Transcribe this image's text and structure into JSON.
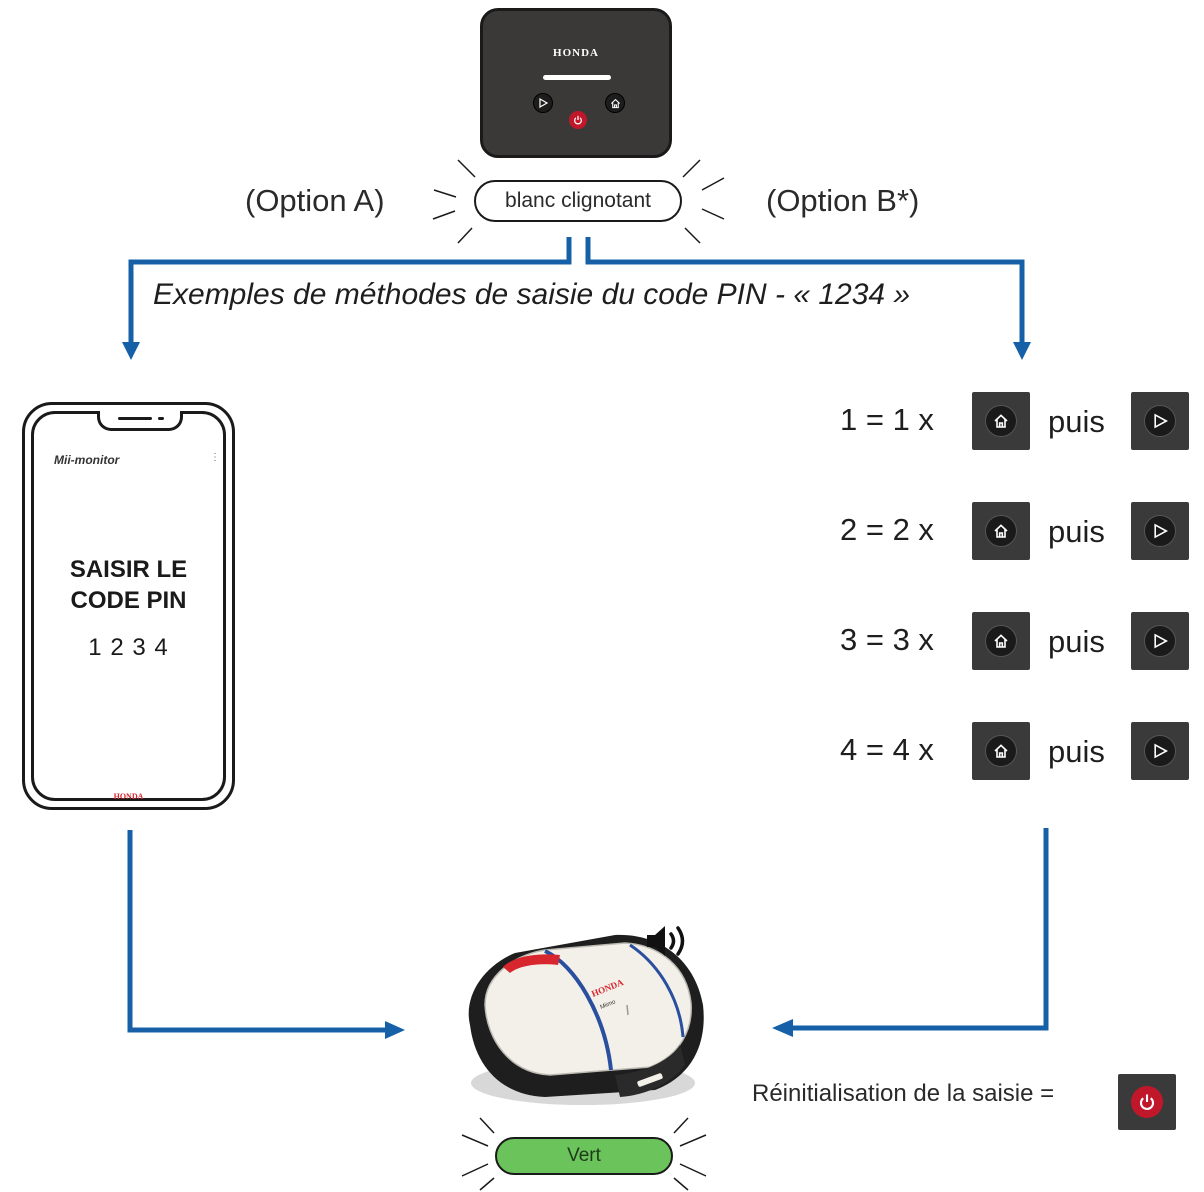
{
  "control_panel": {
    "brand": "HONDA",
    "buttons": [
      "play-icon",
      "home-icon",
      "power-icon"
    ]
  },
  "top_status": {
    "option_a": "(Option A)",
    "option_b": "(Option B*)",
    "led_state": "blanc clignotant"
  },
  "subtitle": "Exemples de méthodes de saisie du code PIN - « 1234 »",
  "phone": {
    "app_name": "Mii-monitor",
    "menu_icon": "⋮",
    "title_line1": "SAISIR LE",
    "title_line2": "CODE PIN",
    "pin": "1 2 3 4",
    "brand": "HONDA"
  },
  "steps": [
    {
      "label": "1 = 1 x",
      "then": "puis"
    },
    {
      "label": "2 = 2 x",
      "then": "puis"
    },
    {
      "label": "3 = 3 x",
      "then": "puis"
    },
    {
      "label": "4 = 4 x",
      "then": "puis"
    }
  ],
  "mower": {
    "brand": "HONDA",
    "model": "Miimo",
    "sound_icon": "speaker-icon"
  },
  "reset": {
    "label": "Réinitialisation de la saisie ="
  },
  "bottom_status": {
    "led_state": "Vert"
  },
  "colors": {
    "arrow_blue": "#1660a8",
    "power_red": "#c0182a",
    "status_green": "#6ac35b",
    "panel_dark": "#3b3938"
  }
}
